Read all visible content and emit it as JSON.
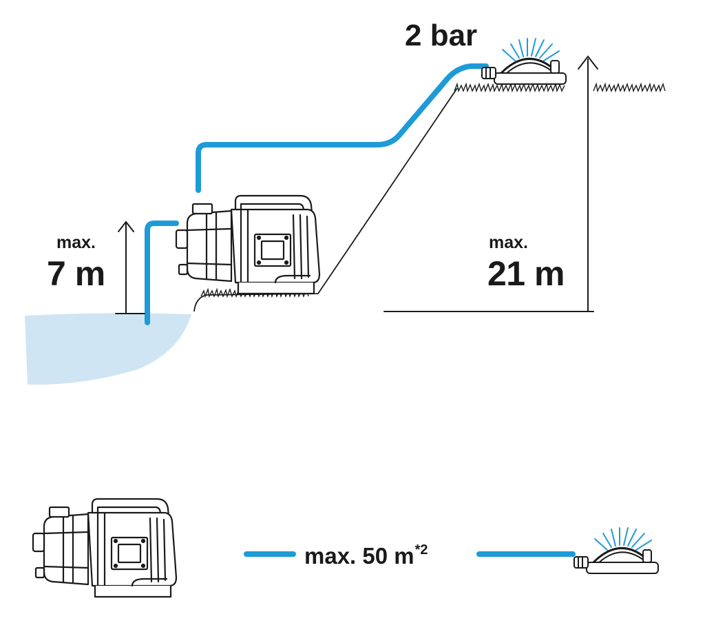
{
  "labels": {
    "pressure": "2 bar",
    "suction_prefix": "max.",
    "suction_value": "7 m",
    "head_prefix": "max.",
    "head_value": "21 m",
    "distance_text": "max. 50 m",
    "distance_note": "*2"
  },
  "colors": {
    "hose": "#1e9bd7",
    "water": "#cfe5f3",
    "ink": "#1a1a1a",
    "pump_fill": "#ffffff"
  },
  "icons": [
    "pump-icon",
    "sprinkler-icon",
    "grass-icon",
    "up-arrow-icon"
  ]
}
